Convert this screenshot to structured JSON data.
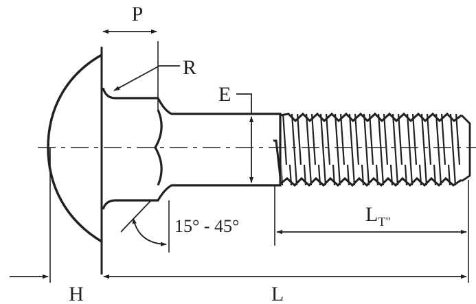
{
  "labels": {
    "P": "P",
    "R": "R",
    "E": "E",
    "angle": "15° - 45°",
    "LT_main": "L",
    "LT_sub": "T\"",
    "H": "H",
    "L": "L"
  },
  "colors": {
    "ink": "#231f20",
    "background": "#ffffff"
  }
}
